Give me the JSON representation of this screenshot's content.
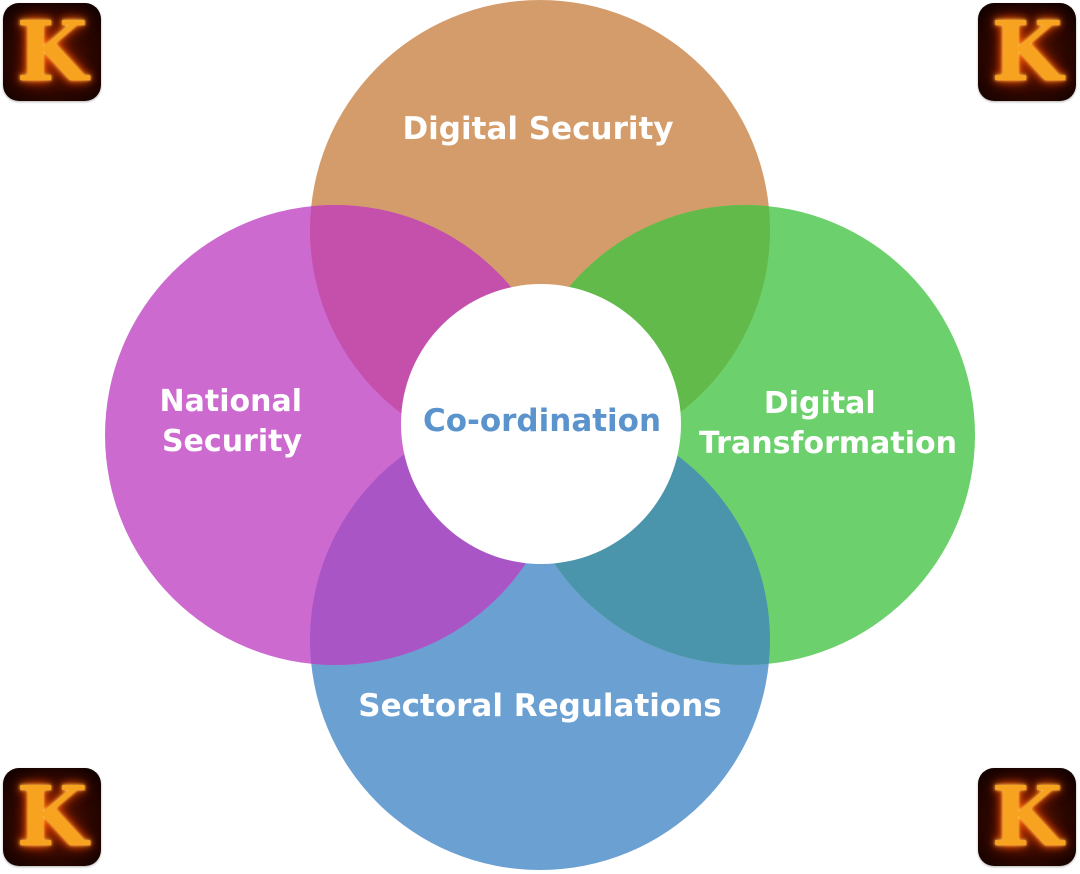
{
  "diagram": {
    "type": "overlapping-circles",
    "center": {
      "label": "Co-ordination",
      "text_color": "#5b93cc",
      "fill": "#ffffff"
    },
    "circles": [
      {
        "id": "top",
        "label_lines": [
          "Digital Security"
        ],
        "fill": "#d39c6a"
      },
      {
        "id": "left",
        "label_lines": [
          "National",
          "Security"
        ],
        "fill": "#cc6acf"
      },
      {
        "id": "right",
        "label_lines": [
          "Digital",
          "Transformation"
        ],
        "fill": "#6cd16c"
      },
      {
        "id": "bottom",
        "label_lines": [
          "Sectoral Regulations"
        ],
        "fill": "#6ba0d3"
      }
    ],
    "overlap_colors": {
      "top_left": "#c450ab",
      "top_right": "#62ba4a",
      "bottom_left": "#a955c6",
      "bottom_right": "#4a95ab"
    }
  },
  "corner_logos": {
    "letter": "K",
    "positions": [
      "top-left",
      "top-right",
      "bottom-left",
      "bottom-right"
    ]
  }
}
